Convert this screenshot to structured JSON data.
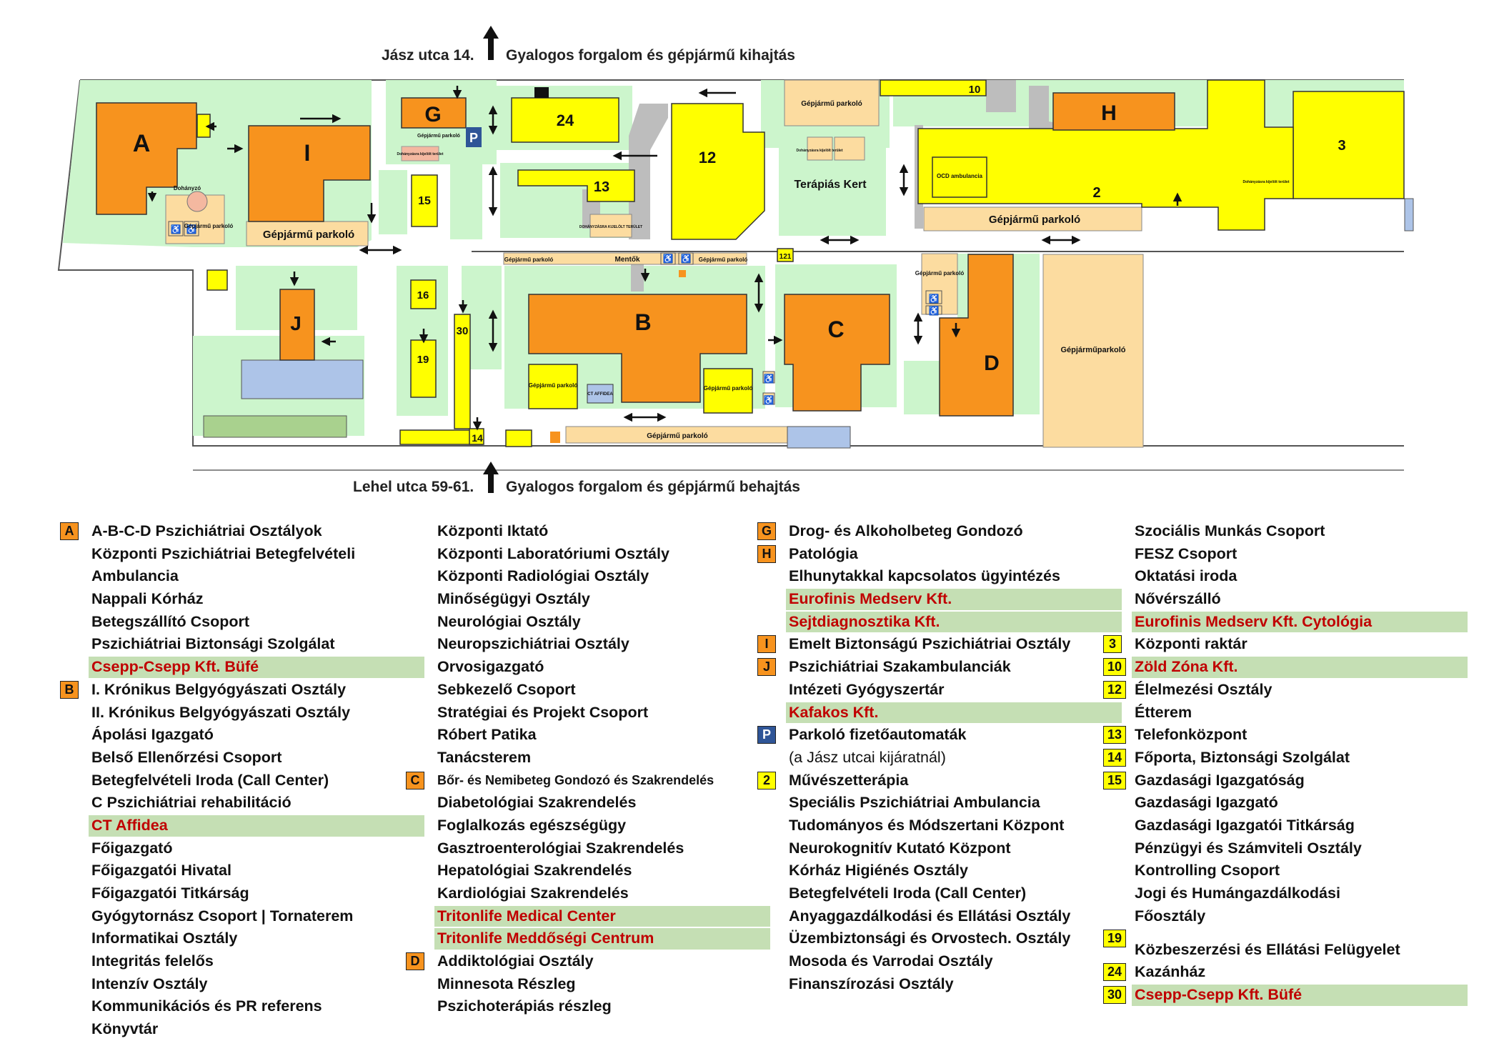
{
  "map": {
    "top_street": "Jász utca 14.",
    "top_text": "Gyalogos forgalom és gépjármű kihajtás",
    "bottom_street": "Lehel utca 59-61.",
    "bottom_text": "Gyalogos forgalom és gépjármű behajtás",
    "labels": {
      "A": "A",
      "I": "I",
      "G": "G",
      "P": "P",
      "n24": "24",
      "n12": "12",
      "H": "H",
      "n3": "3",
      "n10": "10",
      "n15": "15",
      "n13": "13",
      "n2": "2",
      "J": "J",
      "n16": "16",
      "n30": "30",
      "n19": "19",
      "B": "B",
      "C": "C",
      "D": "D",
      "n121": "121",
      "n14": "14",
      "parking_I": "Gépjármű parkoló",
      "parking_A": "Gépjármű parkoló",
      "parking_small_G": "Gépjármű parkoló",
      "dohany_G": "Dohányzásra kijelölt terület",
      "parking_top_right": "Gépjármű parkoló",
      "dohany_terapia": "Dohányzásra kijelölt terület",
      "terapias_kert": "Terápiás Kert",
      "ocd": "OCD ambulancia",
      "parking_2": "Gépjármű parkoló",
      "dohanyzo_A": "Dohányzó",
      "dohany_13": "DOHÁNYZÁSRA KIJELÖLT TERÜLET",
      "mentok": "Mentők",
      "parking_mid1": "Gépjármű parkoló",
      "parking_mid2": "Gépjármű parkoló",
      "parking_D": "Gépjármű parkoló",
      "parking_big": "Gépjárműparkoló",
      "parking_B1": "Gépjármű parkoló",
      "parking_B2": "Gépjármű parkoló",
      "ct_affidea": "CT AFFIDEA",
      "parking_bottom": "Gépjármű parkoló",
      "dohany_2": "Dohányzásra kijelölt terület"
    }
  },
  "legend": {
    "col1": [
      {
        "key": "A",
        "style": "orange",
        "text": "A-B-C-D Pszichiátriai Osztályok"
      },
      {
        "text": "Központi Pszichiátriai Betegfelvételi"
      },
      {
        "text": "Ambulancia"
      },
      {
        "text": "Nappali Kórház"
      },
      {
        "text": "Betegszállító Csoport"
      },
      {
        "text": "Pszichiátriai Biztonsági Szolgálat"
      },
      {
        "text": "Csepp-Csepp Kft. Büfé",
        "hl": true
      },
      {
        "key": "B",
        "style": "orange",
        "text": "I. Krónikus Belgyógyászati Osztály"
      },
      {
        "text": "II. Krónikus Belgyógyászati Osztály"
      },
      {
        "text": "Ápolási Igazgató"
      },
      {
        "text": "Belső Ellenőrzési Csoport"
      },
      {
        "text": "Betegfelvételi Iroda (Call Center)"
      },
      {
        "text": "C Pszichiátriai rehabilitáció"
      },
      {
        "text": "CT Affidea",
        "hl": true
      },
      {
        "text": "Főigazgató"
      },
      {
        "text": "Főigazgatói Hivatal"
      },
      {
        "text": "Főigazgatói Titkárság"
      },
      {
        "text": "Gyógytornász Csoport | Tornaterem"
      },
      {
        "text": "Informatikai Osztály"
      },
      {
        "text": "Integritás felelős"
      },
      {
        "text": "Intenzív Osztály"
      },
      {
        "text": "Kommunikációs és PR referens"
      },
      {
        "text": "Könyvtár"
      }
    ],
    "col2": [
      {
        "text": "Központi Iktató"
      },
      {
        "text": "Központi Laboratóriumi Osztály"
      },
      {
        "text": "Központi Radiológiai Osztály"
      },
      {
        "text": "Minőségügyi Osztály"
      },
      {
        "text": "Neurológiai Osztály"
      },
      {
        "text": "Neuropszichiátriai Osztály"
      },
      {
        "text": "Orvosigazgató"
      },
      {
        "text": "Sebkezelő Csoport"
      },
      {
        "text": "Stratégiai és Projekt Csoport"
      },
      {
        "text": "Róbert Patika"
      },
      {
        "text": "Tanácsterem"
      },
      {
        "key": "C",
        "style": "orange",
        "text": "Bőr- és Nemibeteg Gondozó és Szakrendelés",
        "small": true
      },
      {
        "text": "Diabetológiai Szakrendelés"
      },
      {
        "text": "Foglalkozás egészségügy"
      },
      {
        "text": "Gasztroenterológiai Szakrendelés"
      },
      {
        "text": "Hepatológiai Szakrendelés"
      },
      {
        "text": "Kardiológiai Szakrendelés"
      },
      {
        "text": "Tritonlife Medical Center",
        "hl": true
      },
      {
        "text": "Tritonlife Meddőségi Centrum",
        "hl": true
      },
      {
        "key": "D",
        "style": "orange",
        "text": "Addiktológiai Osztály"
      },
      {
        "text": "Minnesota Részleg"
      },
      {
        "text": "Pszichoterápiás részleg"
      }
    ],
    "col3": [
      {
        "key": "G",
        "style": "orange",
        "text": "Drog- és Alkoholbeteg Gondozó"
      },
      {
        "key": "H",
        "style": "orange",
        "text": "Patológia"
      },
      {
        "text": "Elhunytakkal kapcsolatos ügyintézés"
      },
      {
        "text": "Eurofinis Medserv Kft.",
        "hl": true
      },
      {
        "text": "Sejtdiagnosztika Kft.",
        "hl": true
      },
      {
        "key": "I",
        "style": "orange",
        "text": "Emelt Biztonságú Pszichiátriai Osztály"
      },
      {
        "key": "J",
        "style": "orange",
        "text": "Pszichiátriai Szakambulanciák"
      },
      {
        "text": "Intézeti Gyógyszertár"
      },
      {
        "text": "Kafakos Kft.",
        "hl": true
      },
      {
        "key": "P",
        "style": "blue",
        "text": "Parkoló fizetőautomaták"
      },
      {
        "text": "(a Jász utcai kijáratnál)",
        "normal": true
      },
      {
        "key": "2",
        "style": "yellow",
        "text": "Művészetterápia"
      },
      {
        "text": "Speciális Pszichiátriai Ambulancia"
      },
      {
        "text": "Tudományos és Módszertani Központ"
      },
      {
        "text": "Neurokognitív Kutató Központ"
      },
      {
        "text": "Kórház Higiénés Osztály"
      },
      {
        "text": "Betegfelvételi Iroda (Call Center)"
      },
      {
        "text": "Anyaggazdálkodási és Ellátási Osztály"
      },
      {
        "text": "Üzembiztonsági és Orvostech. Osztály"
      },
      {
        "text": "Mosoda és Varrodai Osztály"
      },
      {
        "text": "Finanszírozási Osztály"
      }
    ],
    "col4": [
      {
        "text": "Szociális Munkás Csoport"
      },
      {
        "text": "FESZ Csoport"
      },
      {
        "text": "Oktatási iroda"
      },
      {
        "text": "Nővérszálló"
      },
      {
        "text": "Eurofinis Medserv Kft. Cytológia",
        "hl": true
      },
      {
        "key": "3",
        "style": "yellow",
        "text": "Központi raktár"
      },
      {
        "key": "10",
        "style": "yellow",
        "text": "Zöld Zóna Kft.",
        "hl": true
      },
      {
        "key": "12",
        "style": "yellow",
        "text": "Élelmezési Osztály"
      },
      {
        "text": "Étterem"
      },
      {
        "key": "13",
        "style": "yellow",
        "text": "Telefonközpont"
      },
      {
        "key": "14",
        "style": "yellow",
        "text": "Főporta, Biztonsági Szolgálat"
      },
      {
        "key": "15",
        "style": "yellow",
        "text": "Gazdasági Igazgatóság"
      },
      {
        "text": "Gazdasági Igazgató"
      },
      {
        "text": "Gazdasági Igazgatói Titkárság"
      },
      {
        "text": "Pénzügyi és Számviteli Osztály"
      },
      {
        "text": "Kontrolling Csoport"
      },
      {
        "text": "Jogi és Humángazdálkodási"
      },
      {
        "text": "Főosztály"
      },
      {
        "key": "19",
        "style": "yellow",
        "text": "Közbeszerzési és Ellátási Felügyelet",
        "tall": true
      },
      {
        "key": "24",
        "style": "yellow",
        "text": "Kazánház"
      },
      {
        "key": "30",
        "style": "yellow",
        "text": "Csepp-Csepp Kft. Büfé",
        "hl": true
      }
    ]
  }
}
